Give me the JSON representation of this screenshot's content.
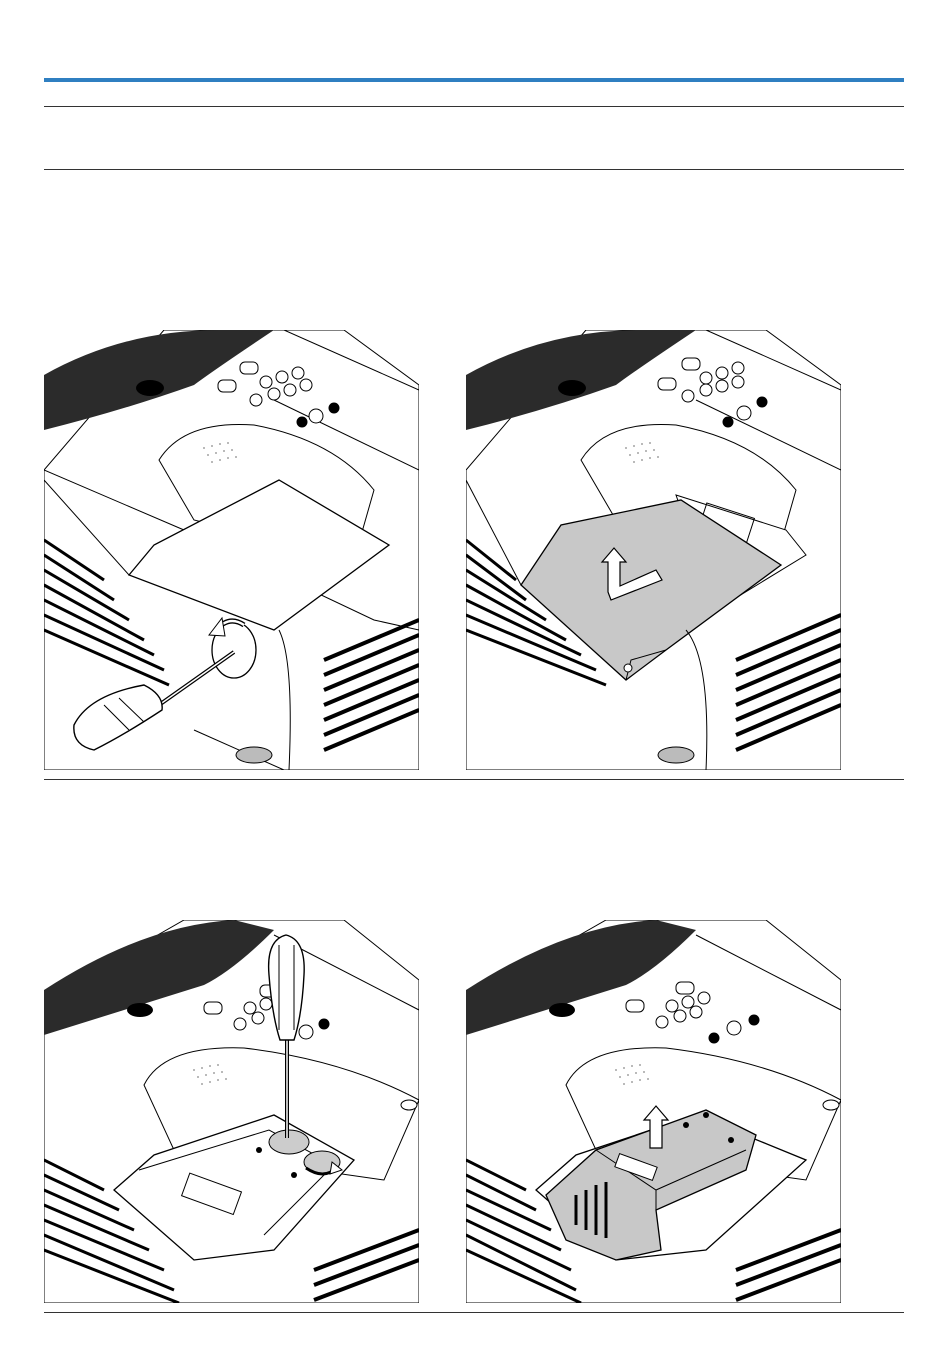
{
  "colors": {
    "accent": "#2f7fc1",
    "cover_gray": "#c8c8c8",
    "body_dark": "#2b2b2b"
  },
  "figures": [
    {
      "id": "remove-screw",
      "icons": [
        "screwdriver-icon",
        "rotate-arrow-icon"
      ]
    },
    {
      "id": "lift-cover",
      "icons": [
        "lift-arrow-icon"
      ]
    },
    {
      "id": "loosen-lamp-screws",
      "icons": [
        "screwdriver-icon",
        "rotate-arrow-icon"
      ]
    },
    {
      "id": "pull-out-lamp",
      "icons": [
        "lift-arrow-icon"
      ]
    }
  ]
}
